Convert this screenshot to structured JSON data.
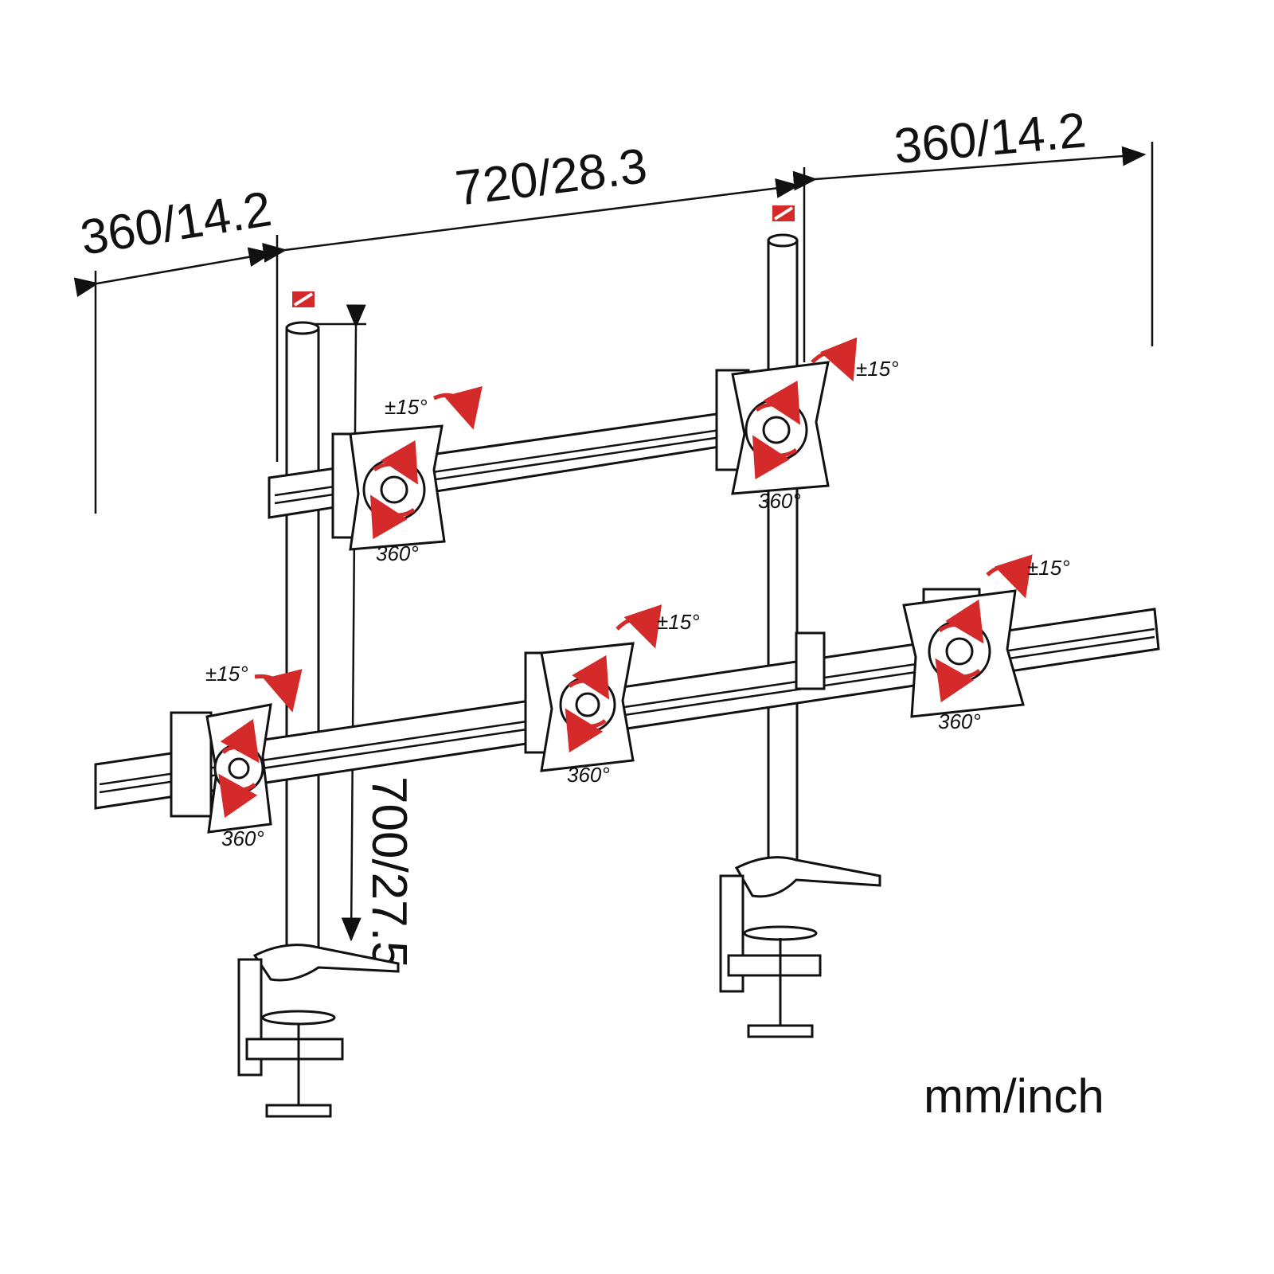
{
  "dimensions": {
    "left_width": "360/14.2",
    "middle_width": "720/28.3",
    "right_width": "360/14.2",
    "height": "700/27.5"
  },
  "tilt_label": "±15°",
  "rotation_label": "360°",
  "units": "mm/inch",
  "colors": {
    "line": "#111111",
    "arrow": "#d42a2a"
  }
}
